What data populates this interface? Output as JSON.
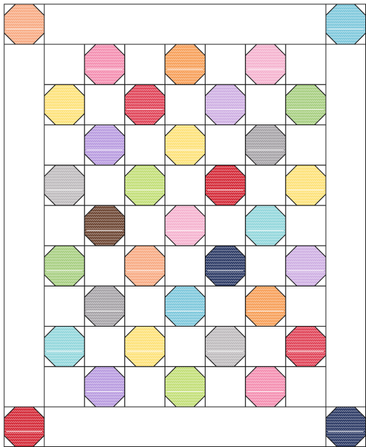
{
  "colors": {
    "line": "#1a1a1a",
    "background": "#ffffff",
    "palette": {
      "pink": "#f48fb1",
      "orange": "#f7a05a",
      "light-pink": "#f5b3cf",
      "yellow": "#fde27a",
      "red": "#e04458",
      "lavender": "#cfb0e3",
      "green": "#a8cf82",
      "purple": "#b99ce0",
      "gray": "#a7a4a8",
      "light-gray": "#bfbcbe",
      "lime": "#c3df78",
      "dark-red": "#d42a38",
      "brown": "#6d4633",
      "aqua": "#93d7dc",
      "navy": "#2d3b66",
      "blue": "#7fc8dc",
      "peach": "#f8ab84"
    }
  },
  "quilt": {
    "columns": 7,
    "rows": 9,
    "corner_blocks": {
      "top-left": "peach",
      "top-right": "blue",
      "bottom-left": "dark-red",
      "bottom-right": "navy"
    },
    "blocks": [
      {
        "row": 0,
        "col": 1,
        "color": "pink"
      },
      {
        "row": 0,
        "col": 3,
        "color": "orange"
      },
      {
        "row": 0,
        "col": 5,
        "color": "light-pink"
      },
      {
        "row": 1,
        "col": 0,
        "color": "yellow"
      },
      {
        "row": 1,
        "col": 2,
        "color": "red"
      },
      {
        "row": 1,
        "col": 4,
        "color": "lavender"
      },
      {
        "row": 1,
        "col": 6,
        "color": "green"
      },
      {
        "row": 2,
        "col": 1,
        "color": "purple"
      },
      {
        "row": 2,
        "col": 3,
        "color": "yellow"
      },
      {
        "row": 2,
        "col": 5,
        "color": "gray"
      },
      {
        "row": 3,
        "col": 0,
        "color": "light-gray"
      },
      {
        "row": 3,
        "col": 2,
        "color": "lime"
      },
      {
        "row": 3,
        "col": 4,
        "color": "dark-red"
      },
      {
        "row": 3,
        "col": 6,
        "color": "yellow"
      },
      {
        "row": 4,
        "col": 1,
        "color": "brown"
      },
      {
        "row": 4,
        "col": 3,
        "color": "light-pink"
      },
      {
        "row": 4,
        "col": 5,
        "color": "aqua"
      },
      {
        "row": 5,
        "col": 0,
        "color": "green"
      },
      {
        "row": 5,
        "col": 2,
        "color": "peach"
      },
      {
        "row": 5,
        "col": 4,
        "color": "navy"
      },
      {
        "row": 5,
        "col": 6,
        "color": "lavender"
      },
      {
        "row": 6,
        "col": 1,
        "color": "gray"
      },
      {
        "row": 6,
        "col": 3,
        "color": "blue"
      },
      {
        "row": 6,
        "col": 5,
        "color": "orange"
      },
      {
        "row": 7,
        "col": 0,
        "color": "aqua"
      },
      {
        "row": 7,
        "col": 2,
        "color": "yellow"
      },
      {
        "row": 7,
        "col": 4,
        "color": "light-gray"
      },
      {
        "row": 7,
        "col": 6,
        "color": "red"
      },
      {
        "row": 8,
        "col": 1,
        "color": "purple"
      },
      {
        "row": 8,
        "col": 3,
        "color": "lime"
      },
      {
        "row": 8,
        "col": 5,
        "color": "pink"
      }
    ]
  }
}
